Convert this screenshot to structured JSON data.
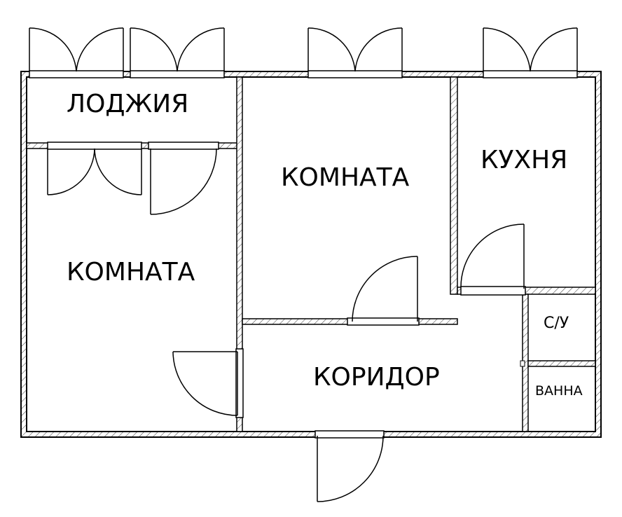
{
  "rooms": {
    "loggia": "ЛОДЖИЯ",
    "room_left": "КОМНАТА",
    "room_center": "КОМНАТА",
    "kitchen": "КУХНЯ",
    "wc": "С/У",
    "bath": "ВАННА",
    "corridor": "КОРИДОР"
  },
  "colors": {
    "wall": "#000000",
    "hatch": "#555555",
    "background": "#ffffff"
  }
}
